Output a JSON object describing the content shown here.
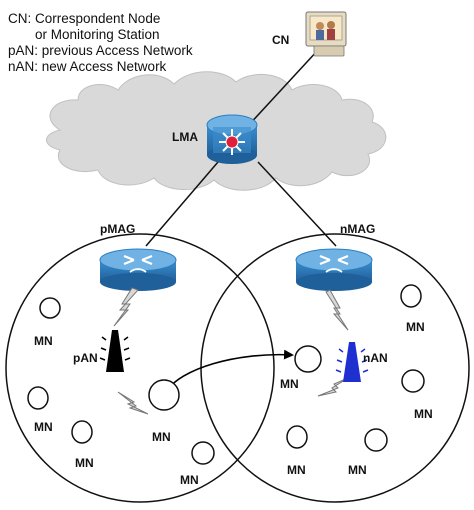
{
  "legend": {
    "line1": "CN: Correspondent Node",
    "line2": "or Monitoring Station",
    "line3": "pAN: previous Access Network",
    "line4": "nAN: new Access Network"
  },
  "labels": {
    "cn": "CN",
    "lma": "LMA",
    "pmag": "pMAG",
    "nmag": "nMAG",
    "pan": "pAN",
    "nan": "nAN",
    "mn": "MN"
  },
  "colors": {
    "router": "#2b7fc1",
    "router_top": "#6fb2e3",
    "cloud": "#d6d6d6",
    "pan_tower": "#000000",
    "nan_tower": "#1f2fd0",
    "lma_core": "#e0203a"
  },
  "icons": [
    "computer-monitor-icon",
    "router-icon",
    "lightning-icon",
    "antenna-tower-icon"
  ]
}
